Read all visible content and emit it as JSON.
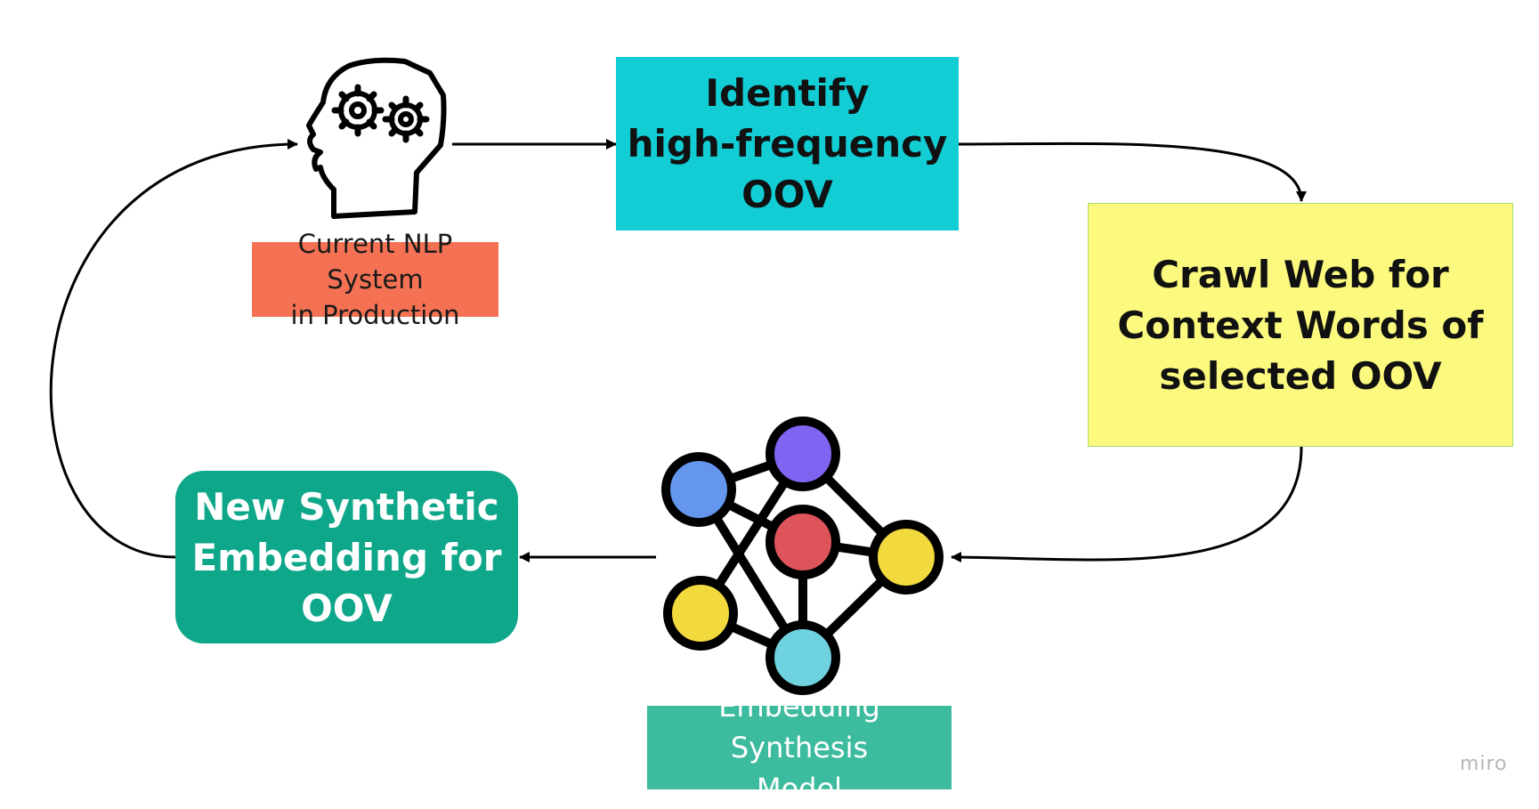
{
  "nodes": {
    "identify": "Identify\nhigh-frequency\nOOV",
    "crawl": "Crawl Web for\nContext Words of\nselected OOV",
    "synthetic": "New Synthetic\nEmbedding for\nOOV",
    "nlp_label": "Current NLP System\nin Production",
    "model_label": "Embedding Synthesis\nModel"
  },
  "icons": {
    "head": "head-with-gears-icon",
    "network": "neural-network-icon"
  },
  "colors": {
    "identify": "#12cdd4",
    "crawl": "#fbf97e",
    "synthetic": "#0fa789",
    "nlp_label": "#f47253",
    "model_label": "#3dbb9e",
    "node_blue": "#6396ec",
    "node_purple": "#8063f1",
    "node_red": "#dd545b",
    "node_yellow": "#f2d93e",
    "node_cyan": "#6fd2df"
  },
  "watermark": "miro"
}
